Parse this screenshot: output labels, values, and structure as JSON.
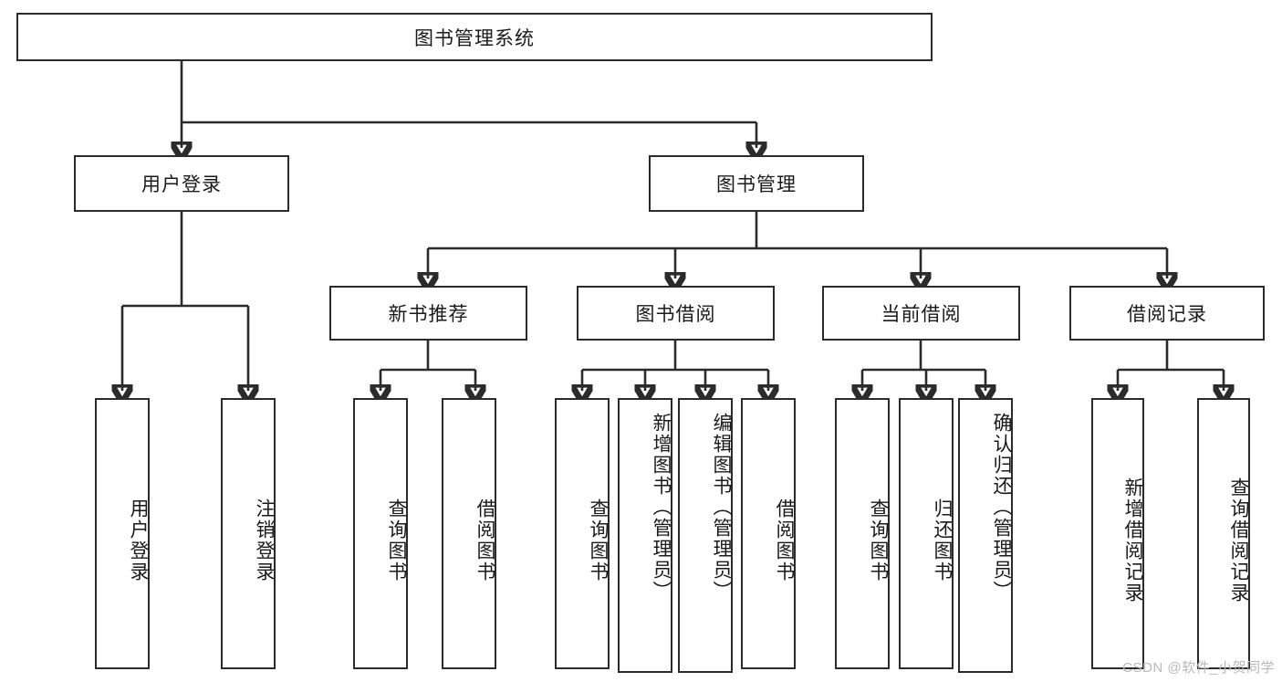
{
  "diagram": {
    "title": "图书管理系统",
    "type": "hierarchy-tree",
    "watermark": "CSDN @软件_小贺同学",
    "root": {
      "label": "图书管理系统"
    },
    "level1": [
      {
        "label": "用户登录"
      },
      {
        "label": "图书管理"
      }
    ],
    "level2": [
      {
        "label": "新书推荐"
      },
      {
        "label": "图书借阅"
      },
      {
        "label": "当前借阅"
      },
      {
        "label": "借阅记录"
      }
    ],
    "leaves": {
      "user_login": [
        {
          "label": "用户登录"
        },
        {
          "label": "注销登录"
        }
      ],
      "new_book_recommend": [
        {
          "label": "查询图书"
        },
        {
          "label": "借阅图书"
        }
      ],
      "book_borrow": [
        {
          "label": "查询图书"
        },
        {
          "label": "新增图书（管理员）"
        },
        {
          "label": "编辑图书（管理员）"
        },
        {
          "label": "借阅图书"
        }
      ],
      "current_borrow": [
        {
          "label": "查询图书"
        },
        {
          "label": "归还图书"
        },
        {
          "label": "确认归还（管理员）"
        }
      ],
      "borrow_record": [
        {
          "label": "新增借阅记录"
        },
        {
          "label": "查询借阅记录"
        }
      ]
    },
    "colors": {
      "stroke": "#2b2b2b",
      "fill": "#ffffff",
      "text": "#1a1a1a",
      "watermark": "#b9b9b9"
    }
  }
}
